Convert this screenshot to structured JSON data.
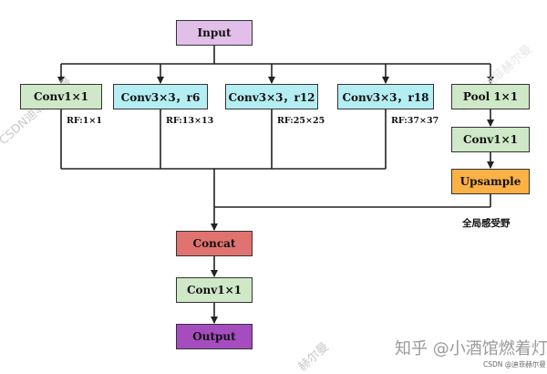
{
  "colors": {
    "purple": "#e2bfe9",
    "green": "#cfe8c8",
    "cyan": "#b4eef3",
    "orange": "#fbb145",
    "red": "#e0736f",
    "violet": "#a54cbf",
    "line": "#222222"
  },
  "nodes": {
    "input": "Input",
    "conv1": "Conv1×1",
    "conv3_r6": "Conv3×3，r6",
    "conv3_r12": "Conv3×3，r12",
    "conv3_r18": "Conv3×3，r18",
    "pool": "Pool 1×1",
    "pool_conv": "Conv1×1",
    "upsample": "Upsample",
    "concat": "Concat",
    "out_conv": "Conv1×1",
    "output": "Output"
  },
  "rf": {
    "conv1": "RF:1×1",
    "r6": "RF:13×13",
    "r12": "RF:25×25",
    "r18": "RF:37×37"
  },
  "note": "全局感受野",
  "watermarks": {
    "diag": "CSDN迪菲赫尔曼",
    "bottom": "赫尔曼",
    "zhihu": "知乎 @小酒馆燃着灯",
    "credit": "CSDN @迪菲赫尔曼"
  }
}
